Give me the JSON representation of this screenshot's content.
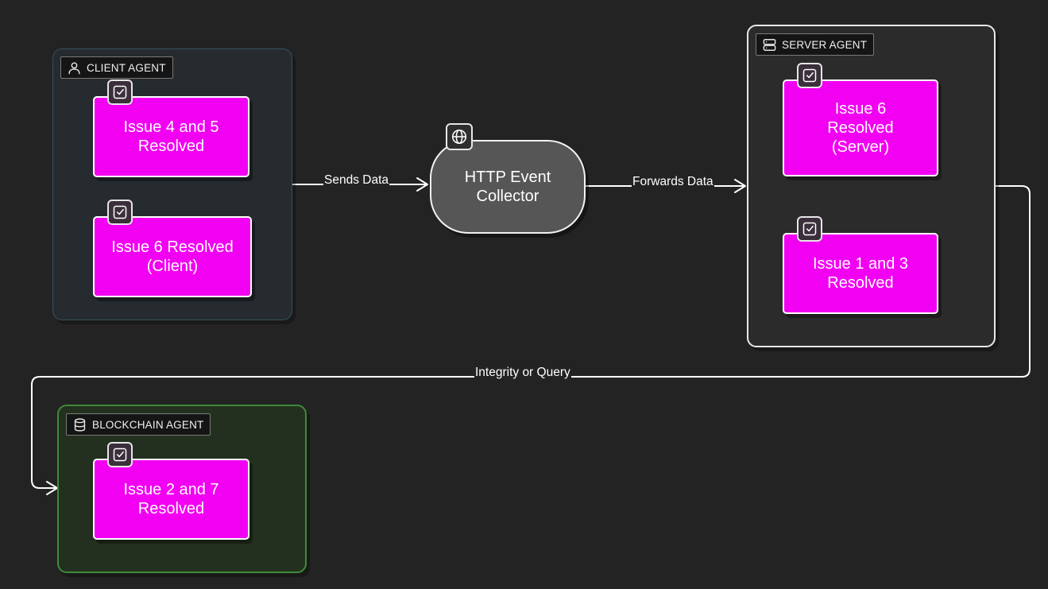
{
  "groups": {
    "client": {
      "label": "CLIENT AGENT",
      "icon": "user-icon",
      "border_color": "#36505e",
      "fill_color": "#252b2f"
    },
    "server": {
      "label": "SERVER AGENT",
      "icon": "server-icon",
      "border_color": "#e8e8e8",
      "fill_color": "#2b2b2b"
    },
    "blockchain": {
      "label": "BLOCKCHAIN AGENT",
      "icon": "database-icon",
      "border_color": "#3f8b3a",
      "fill_color": "#24301f"
    }
  },
  "nodes": {
    "client_issue_4_5": {
      "text": "Issue 4 and 5 Resolved",
      "icon": "check-square-icon"
    },
    "client_issue_6": {
      "text": "Issue 6 Resolved (Client)",
      "icon": "check-square-icon"
    },
    "server_issue_6": {
      "text": "Issue 6 Resolved (Server)",
      "icon": "check-square-icon"
    },
    "server_issue_1_3": {
      "text": "Issue 1 and 3 Resolved",
      "icon": "check-square-icon"
    },
    "chain_issue_2_7": {
      "text": "Issue 2 and 7 Resolved",
      "icon": "check-square-icon"
    },
    "collector": {
      "text": "HTTP Event Collector",
      "icon": "globe-icon"
    }
  },
  "edges": {
    "sends": "Sends Data",
    "forwards": "Forwards Data",
    "integrity": "Integrity or Query"
  },
  "colors": {
    "background": "#232323",
    "node_fill": "#f200f2",
    "collector_fill": "#565656",
    "edge": "#ffffff"
  }
}
